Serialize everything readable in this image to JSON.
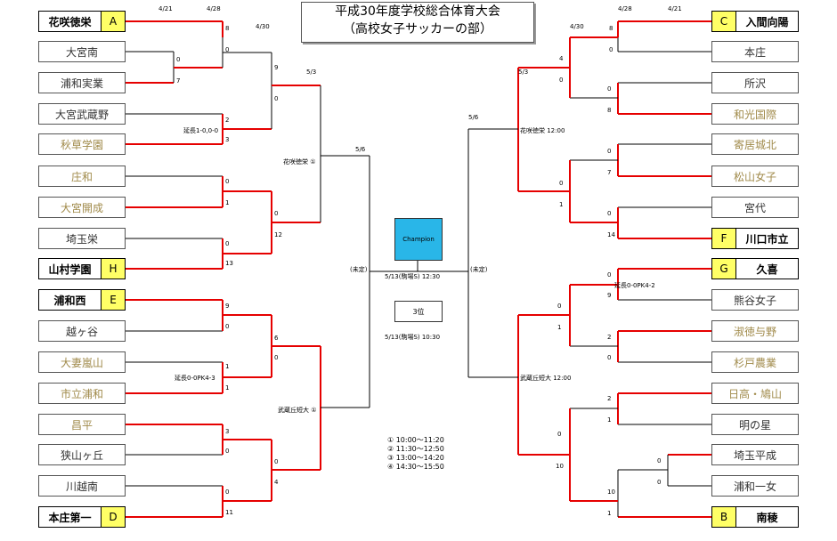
{
  "title": {
    "line1": "平成30年度学校総合体育大会",
    "line2": "（高校女子サッカーの部）"
  },
  "colors": {
    "winner_line": "#e60000",
    "line": "#000000",
    "seed_fill": "#ffff66",
    "champion_fill": "#29b6e8",
    "faded_text": "#a08a4a",
    "normal_text": "#333333"
  },
  "dates": [
    "4/21",
    "4/28",
    "4/30",
    "5/3",
    "5/6",
    "5/6",
    "5/3",
    "4/30",
    "4/28",
    "4/21"
  ],
  "left_teams": [
    {
      "name": "花咲徳栄",
      "seed": "A",
      "style": "seed"
    },
    {
      "name": "大宮南",
      "seed": "",
      "style": "normal"
    },
    {
      "name": "浦和実業",
      "seed": "",
      "style": "normal"
    },
    {
      "name": "大宮武蔵野",
      "seed": "",
      "style": "normal"
    },
    {
      "name": "秋草学園",
      "seed": "",
      "style": "faded"
    },
    {
      "name": "庄和",
      "seed": "",
      "style": "faded"
    },
    {
      "name": "大宮開成",
      "seed": "",
      "style": "faded"
    },
    {
      "name": "埼玉栄",
      "seed": "",
      "style": "normal"
    },
    {
      "name": "山村学園",
      "seed": "H",
      "style": "seed"
    },
    {
      "name": "浦和西",
      "seed": "E",
      "style": "seed"
    },
    {
      "name": "越ヶ谷",
      "seed": "",
      "style": "normal"
    },
    {
      "name": "大妻嵐山",
      "seed": "",
      "style": "faded"
    },
    {
      "name": "市立浦和",
      "seed": "",
      "style": "faded"
    },
    {
      "name": "昌平",
      "seed": "",
      "style": "faded"
    },
    {
      "name": "狭山ヶ丘",
      "seed": "",
      "style": "normal"
    },
    {
      "name": "川越南",
      "seed": "",
      "style": "normal"
    },
    {
      "name": "本庄第一",
      "seed": "D",
      "style": "seed"
    }
  ],
  "right_teams": [
    {
      "name": "入間向陽",
      "seed": "C",
      "style": "seed"
    },
    {
      "name": "本庄",
      "seed": "",
      "style": "normal"
    },
    {
      "name": "所沢",
      "seed": "",
      "style": "normal"
    },
    {
      "name": "和光国際",
      "seed": "",
      "style": "faded"
    },
    {
      "name": "寄居城北",
      "seed": "",
      "style": "faded"
    },
    {
      "name": "松山女子",
      "seed": "",
      "style": "faded"
    },
    {
      "name": "宮代",
      "seed": "",
      "style": "normal"
    },
    {
      "name": "川口市立",
      "seed": "F",
      "style": "seed"
    },
    {
      "name": "久喜",
      "seed": "G",
      "style": "seed"
    },
    {
      "name": "熊谷女子",
      "seed": "",
      "style": "normal"
    },
    {
      "name": "淑徳与野",
      "seed": "",
      "style": "faded"
    },
    {
      "name": "杉戸農業",
      "seed": "",
      "style": "faded"
    },
    {
      "name": "日高・鳩山",
      "seed": "",
      "style": "faded"
    },
    {
      "name": "明の星",
      "seed": "",
      "style": "normal"
    },
    {
      "name": "埼玉平成",
      "seed": "",
      "style": "normal"
    },
    {
      "name": "浦和一女",
      "seed": "",
      "style": "normal"
    },
    {
      "name": "南稜",
      "seed": "B",
      "style": "seed"
    }
  ],
  "scores": [
    "8",
    "0",
    "0",
    "7",
    "9",
    "0",
    "2",
    "3",
    "0",
    "1",
    "0",
    "13",
    "0",
    "12",
    "9",
    "0",
    "1",
    "1",
    "6",
    "0",
    "3",
    "0",
    "0",
    "11",
    "0",
    "4",
    "8",
    "0",
    "0",
    "8",
    "4",
    "0",
    "0",
    "7",
    "0",
    "14",
    "0",
    "1",
    "0",
    "9",
    "0",
    "1",
    "2",
    "0",
    "2",
    "1",
    "0",
    "0",
    "10",
    "1"
  ],
  "notes": {
    "ext1": "延長1-0,0-0",
    "ext2": "延長0-0PK4-3",
    "ext3": "延長0-0PK4-2",
    "sf_left_top": "花咲徳栄 ①",
    "sf_left_bottom": "武蔵丘短大 ①",
    "sf_right_top": "花咲徳栄 12:00",
    "sf_right_bottom": "武蔵丘短大 12:00",
    "tbd_left": "(未定)",
    "tbd_right": "(未定)"
  },
  "champion": {
    "label": "Champion",
    "venue": "5/13(駒場S) 12:30"
  },
  "third_place": {
    "label": "3位",
    "venue": "5/13(駒場S) 10:30"
  },
  "schedule": [
    "① 10:00～11:20",
    "② 11:30～12:50",
    "③ 13:00～14:20",
    "④ 14:30～15:50"
  ]
}
